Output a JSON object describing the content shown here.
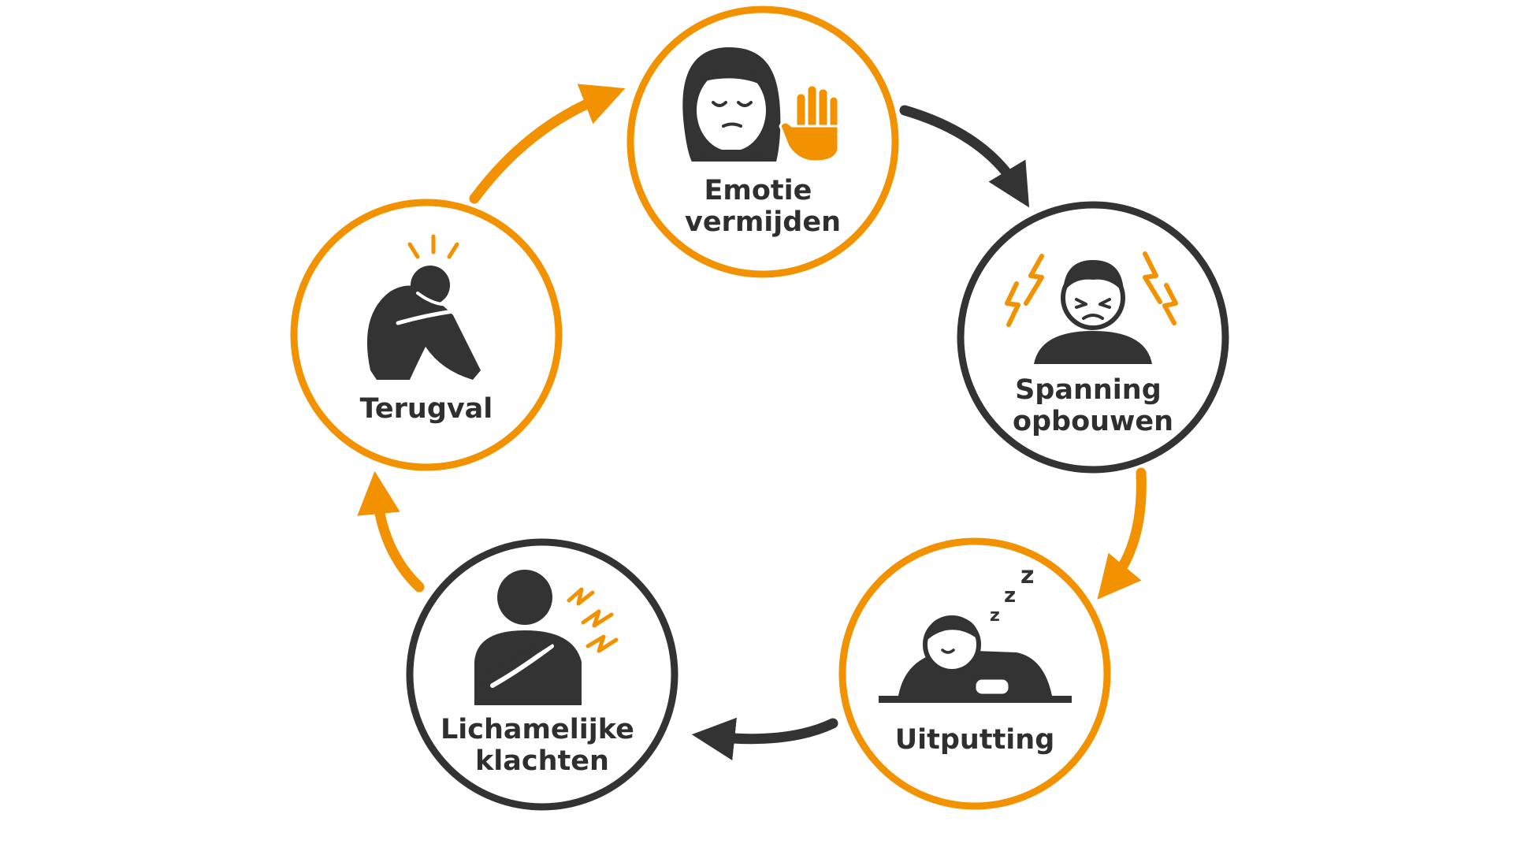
{
  "diagram": {
    "colors": {
      "accent": "#f39200",
      "dark": "#333333",
      "text": "#2f2f2f",
      "background": "#ffffff"
    },
    "nodes": [
      {
        "id": "emotie",
        "lines": [
          "Emotie",
          "vermijden"
        ],
        "icon": "woman-stop-hand-icon",
        "ring": "accent"
      },
      {
        "id": "spanning",
        "lines": [
          "Spanning",
          "opbouwen"
        ],
        "icon": "stressed-man-lightning-icon",
        "ring": "dark"
      },
      {
        "id": "uitputting",
        "lines": [
          "Uitputting"
        ],
        "icon": "sleeping-person-desk-icon",
        "ring": "accent"
      },
      {
        "id": "lichamelijk",
        "lines": [
          "Lichamelijke",
          "klachten"
        ],
        "icon": "shoulder-pain-person-icon",
        "ring": "dark"
      },
      {
        "id": "terugval",
        "lines": [
          "Terugval"
        ],
        "icon": "person-hugging-knees-icon",
        "ring": "accent"
      }
    ],
    "arrows": [
      {
        "from": "emotie",
        "to": "spanning",
        "color": "dark"
      },
      {
        "from": "spanning",
        "to": "uitputting",
        "color": "accent"
      },
      {
        "from": "uitputting",
        "to": "lichamelijk",
        "color": "dark"
      },
      {
        "from": "lichamelijk",
        "to": "terugval",
        "color": "accent"
      },
      {
        "from": "terugval",
        "to": "emotie",
        "color": "accent"
      }
    ]
  }
}
